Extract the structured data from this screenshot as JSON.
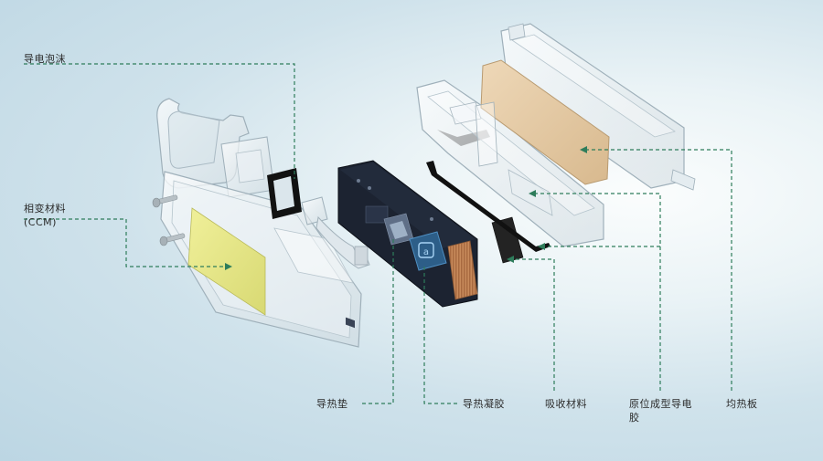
{
  "labels": {
    "conductive_foam": "导电泡沫",
    "phase_change_line1": "相变材料",
    "phase_change_line2": "(CCM)",
    "thermal_pad": "导热垫",
    "thermal_gel": "导热凝胶",
    "absorbing_material": "吸收材料",
    "fip_gasket": "原位成型导电胶",
    "vapor_chamber": "均热板"
  },
  "colors": {
    "leader_line": "#2e7d5b",
    "phase_change_pad": "#e7e88a",
    "vapor_chamber_plate": "#e2c9a4",
    "copper_pad": "#c98a5c",
    "pcb": "#1d2433",
    "foam_gasket": "#151515",
    "absorber": "#222222"
  }
}
